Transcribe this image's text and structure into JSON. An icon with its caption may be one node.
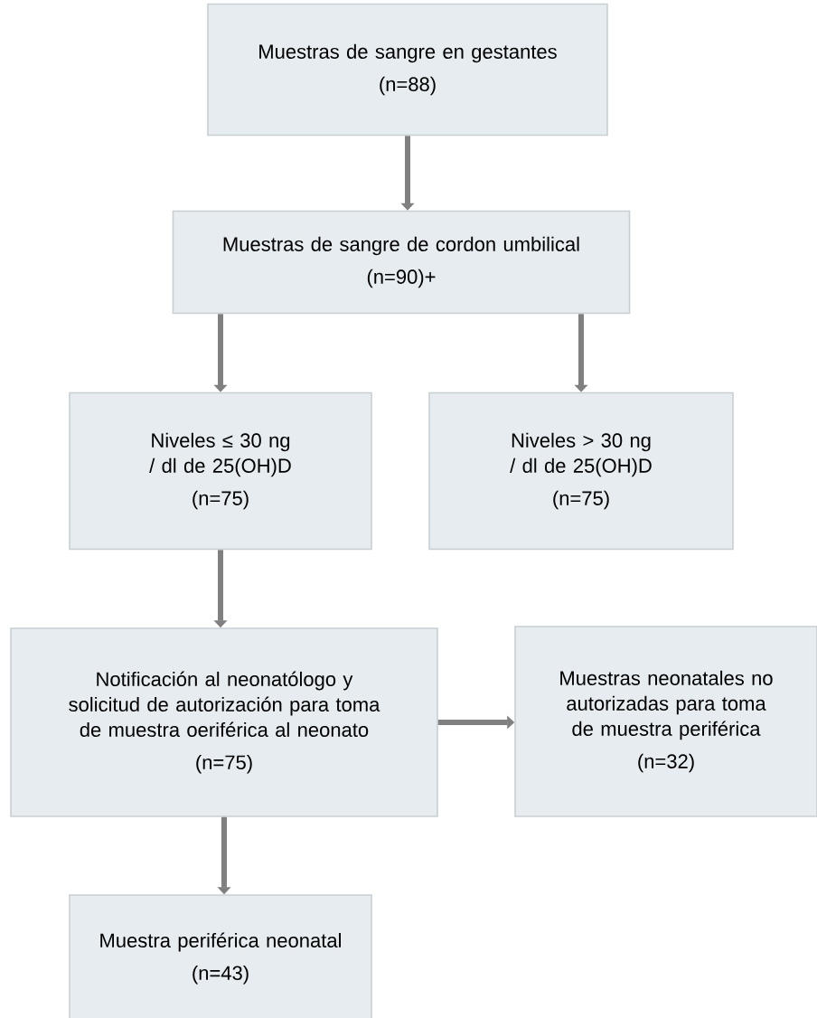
{
  "diagram": {
    "nodes": [
      {
        "text": [
          "Muestras de sangre en gestantes",
          "(n=88)"
        ]
      },
      {
        "text": [
          "Muestras de sangre de cordon umbilical",
          "(n=90)+"
        ]
      },
      {
        "text": [
          "Niveles ≤ 30 ng / dl de 25(OH)D",
          "(n=75)"
        ]
      },
      {
        "text": [
          "Niveles > 30 ng / dl de 25(OH)D",
          "(n=75)"
        ]
      },
      {
        "text": [
          "Notificación al neonatólogo y solicitud de autorización para toma de muestra oeriférica al neonato",
          "(n=75)"
        ]
      },
      {
        "text": [
          "Muestras neonatales no autorizadas para toma de muestra periférica",
          "(n=32)"
        ]
      },
      {
        "text": [
          "Muestra periférica neonatal",
          "(n=43)"
        ]
      }
    ],
    "edges": [
      {
        "from": 0,
        "to": 1,
        "arrow": "to"
      },
      {
        "from": 1,
        "to": 2,
        "arrow": "to"
      },
      {
        "from": 1,
        "to": 3,
        "arrow": "to"
      },
      {
        "from": 2,
        "to": 4,
        "arrow": "to"
      },
      {
        "from": 4,
        "to": 5,
        "arrow": "to"
      },
      {
        "from": 4,
        "to": 6,
        "arrow": "to"
      }
    ]
  }
}
